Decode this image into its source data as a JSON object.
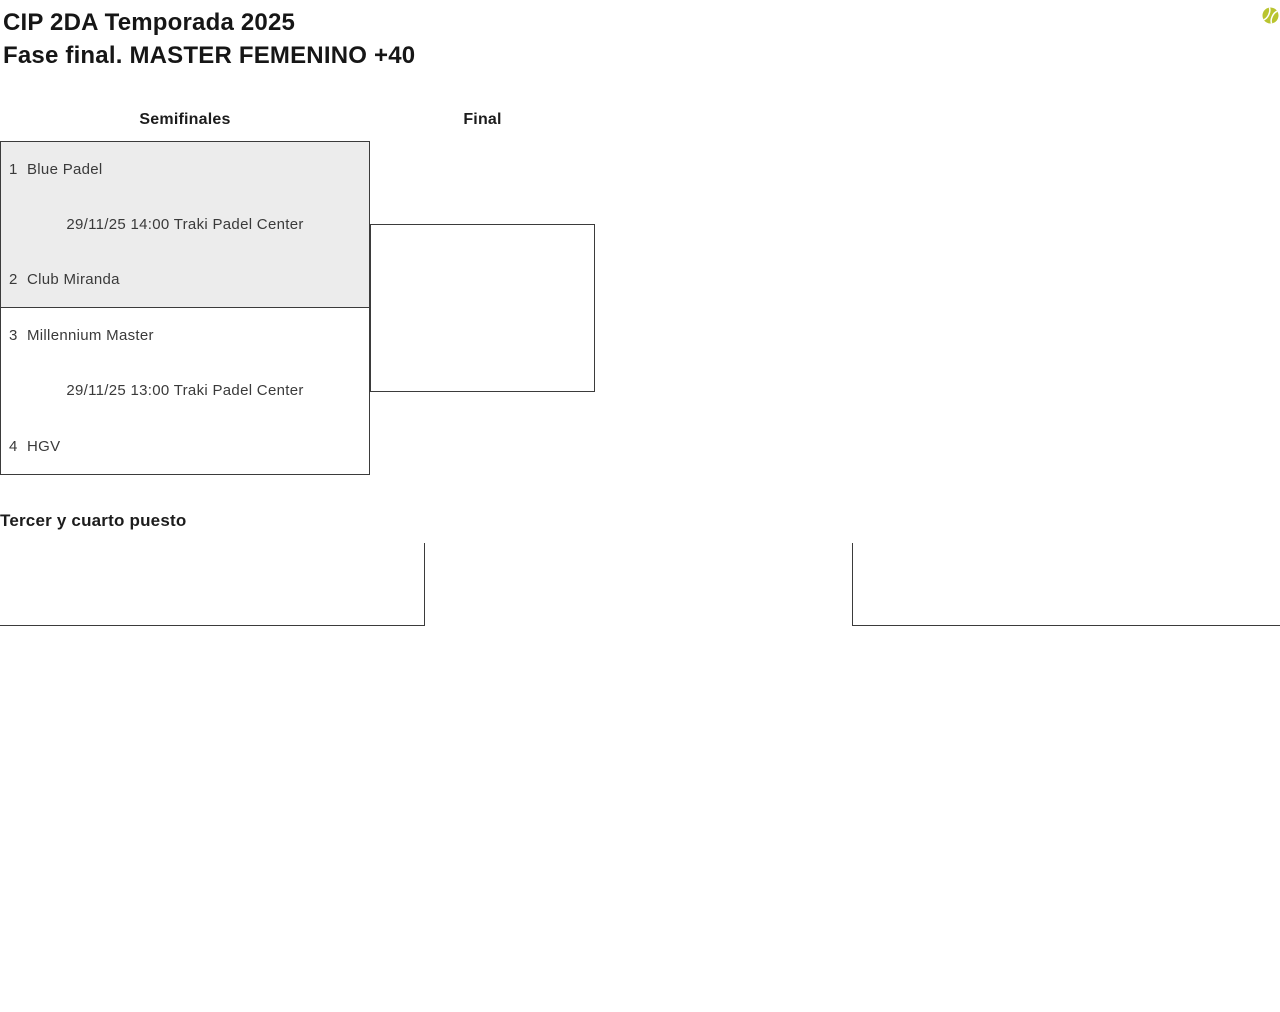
{
  "header": {
    "title": "CIP 2DA Temporada 2025",
    "subtitle": "Fase final. MASTER FEMENINO +40"
  },
  "icons": {
    "ball": {
      "name": "padel-ball",
      "color": "#b9c42f",
      "seam_color": "#ffffff"
    }
  },
  "colors": {
    "match_alt_bg": "#ececec",
    "line": "#3b3b3b",
    "text": "#3a3a3a",
    "heading_text": "#1c1c1c"
  },
  "bracket": {
    "column_headers": {
      "semifinals": "Semifinales",
      "final": "Final"
    },
    "semifinals": [
      {
        "team_top": {
          "seed": "1",
          "name": "Blue Padel"
        },
        "schedule": "29/11/25 14:00 Traki Padel Center",
        "team_bottom": {
          "seed": "2",
          "name": "Club Miranda"
        }
      },
      {
        "team_top": {
          "seed": "3",
          "name": "Millennium Master"
        },
        "schedule": "29/11/25 13:00 Traki Padel Center",
        "team_bottom": {
          "seed": "4",
          "name": "HGV"
        }
      }
    ]
  },
  "third_place": {
    "heading": "Tercer y cuarto puesto"
  }
}
